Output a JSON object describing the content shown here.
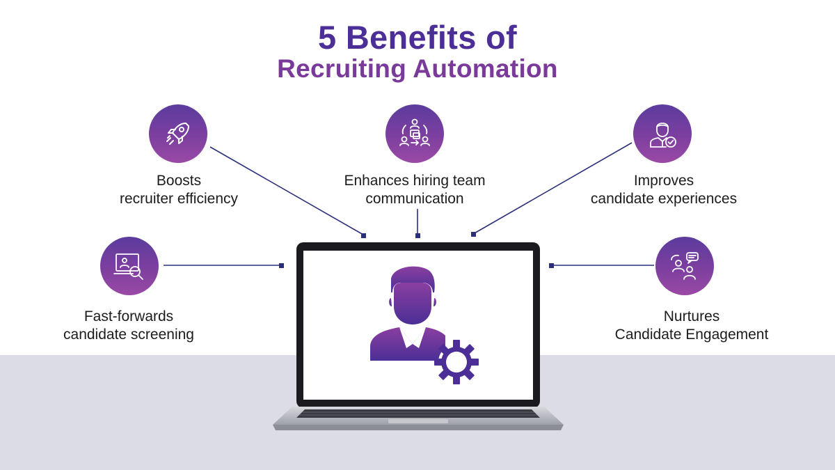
{
  "title": {
    "line1": "5 Benefits of",
    "line2": "Recruiting Automation"
  },
  "benefits": [
    {
      "icon": "rocket-icon",
      "line1": "Boosts",
      "line2": "recruiter efficiency"
    },
    {
      "icon": "team-communication-icon",
      "line1": "Enhances hiring team",
      "line2": "communication"
    },
    {
      "icon": "candidate-check-icon",
      "line1": "Improves",
      "line2": "candidate experiences"
    },
    {
      "icon": "screen-search-icon",
      "line1": "Fast-forwards",
      "line2": "candidate screening"
    },
    {
      "icon": "chat-people-icon",
      "line1": "Nurtures",
      "line2": "Candidate Engagement"
    }
  ],
  "colors": {
    "title_primary": "#4b2f96",
    "title_secondary": "#7a3a9a",
    "badge_gradient_top": "#5b3c9e",
    "badge_gradient_bottom": "#9a4aa6",
    "connector": "#2b2f7a",
    "floor": "#dcdce6"
  },
  "center_illustration": "laptop-with-recruiter-gear-icon"
}
